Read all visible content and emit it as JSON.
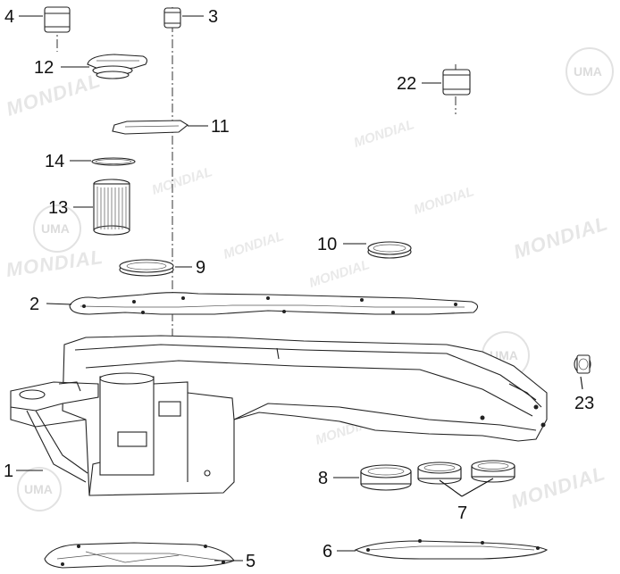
{
  "watermarks": {
    "brand": "MONDIAL",
    "logo": "UMA"
  },
  "callouts": [
    {
      "id": "c1",
      "label": "1"
    },
    {
      "id": "c2",
      "label": "2"
    },
    {
      "id": "c3",
      "label": "3"
    },
    {
      "id": "c4",
      "label": "4"
    },
    {
      "id": "c5",
      "label": "5"
    },
    {
      "id": "c6",
      "label": "6"
    },
    {
      "id": "c7",
      "label": "7"
    },
    {
      "id": "c8",
      "label": "8"
    },
    {
      "id": "c9",
      "label": "9"
    },
    {
      "id": "c10",
      "label": "10"
    },
    {
      "id": "c11",
      "label": "11"
    },
    {
      "id": "c12",
      "label": "12"
    },
    {
      "id": "c13",
      "label": "13"
    },
    {
      "id": "c14",
      "label": "14"
    },
    {
      "id": "c22",
      "label": "22"
    },
    {
      "id": "c23",
      "label": "23"
    }
  ]
}
